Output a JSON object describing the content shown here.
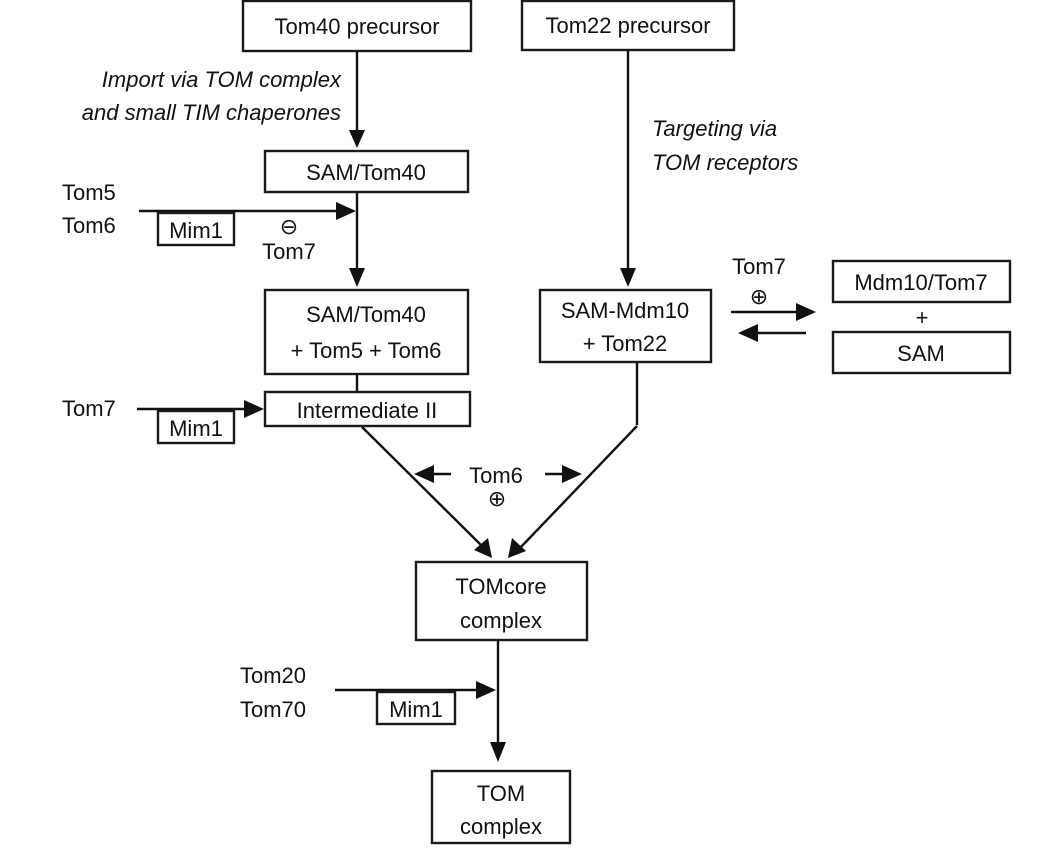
{
  "diagram": {
    "title": "TOM complex assembly pathway",
    "nodes": {
      "tom40_precursor": "Tom40 precursor",
      "tom22_precursor": "Tom22 precursor",
      "sam_tom40": "SAM/Tom40",
      "sam_tom40_tom5_tom6": [
        "SAM/Tom40",
        "+ Tom5 + Tom6"
      ],
      "intermediate_ii": "Intermediate II",
      "sam_mdm10_tom22": [
        "SAM-Mdm10",
        "+ Tom22"
      ],
      "mdm10_tom7": "Mdm10/Tom7",
      "sam": "SAM",
      "tomcore_complex": [
        "TOMcore",
        "complex"
      ],
      "tom_complex": [
        "TOM",
        "complex"
      ]
    },
    "annotations": {
      "import_via_tom": [
        "Import via TOM complex",
        "and small TIM chaperones"
      ],
      "targeting_via_tom": [
        "Targeting via",
        "TOM receptors"
      ],
      "tom5_tom6_input": [
        "Tom5",
        "Tom6"
      ],
      "mim1_label": "Mim1",
      "tom7_inhibitor": "Tom7",
      "tom7_input": "Tom7",
      "tom7_exchange": "Tom7",
      "plus_between": "+",
      "tom6_merge": "Tom6",
      "tom20_tom70_input": [
        "Tom20",
        "Tom70"
      ]
    },
    "symbols": {
      "minus": "⊖",
      "plus": "⊕"
    }
  }
}
